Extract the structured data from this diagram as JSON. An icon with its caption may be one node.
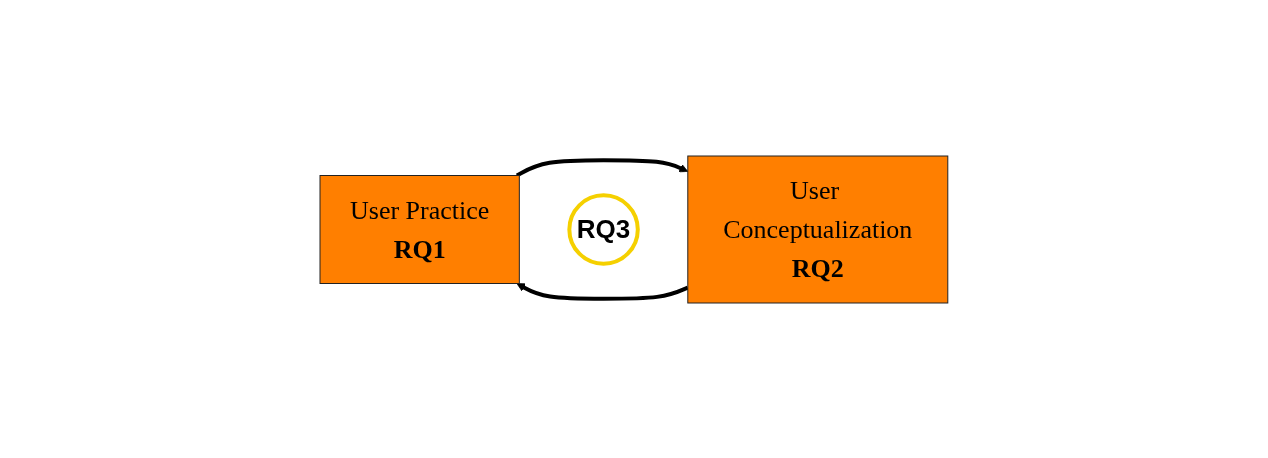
{
  "diagram": {
    "nodes": [
      {
        "text": [
          "User Practice",
          "RQ1"
        ]
      },
      {
        "text": [
          "RQ3"
        ]
      },
      {
        "text": [
          "User Conceptualization",
          "RQ2"
        ]
      }
    ],
    "edges": [
      {
        "from": 0,
        "to": 2,
        "arrow": "to"
      },
      {
        "from": 2,
        "to": 0,
        "arrow": "to"
      }
    ]
  }
}
